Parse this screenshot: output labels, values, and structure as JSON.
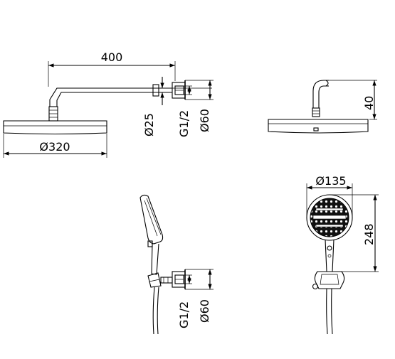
{
  "dimensions": {
    "arm_length": "400",
    "head_diameter": "Ø320",
    "arm_diameter": "Ø25",
    "thread": "G1/2",
    "flange_diameter": "Ø60",
    "drop": "40",
    "hand_diameter": "Ø135",
    "hand_length": "248",
    "thread_lower": "G1/2",
    "flange_diameter_lower": "Ø60"
  }
}
